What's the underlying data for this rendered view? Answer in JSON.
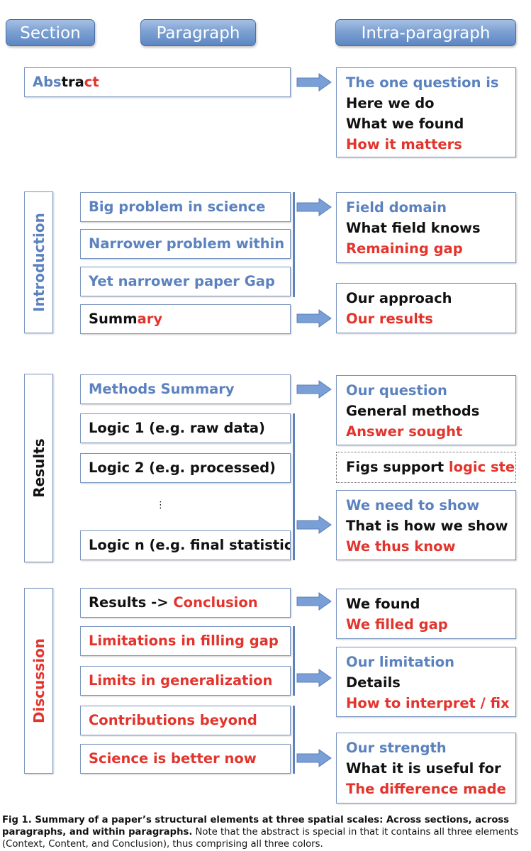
{
  "headers": {
    "section": "Section",
    "paragraph": "Paragraph",
    "intra": "Intra-paragraph"
  },
  "abstract": {
    "label_blue": "Abs",
    "label_black": "tra",
    "label_red": "ct",
    "intra": [
      "The one question is",
      "Here we do",
      "What we found",
      "How it matters"
    ]
  },
  "introduction": {
    "label": "Introduction",
    "paragraphs": [
      "Big problem in science",
      "Narrower problem within",
      "Yet narrower paper Gap"
    ],
    "summary_black": "Summ",
    "summary_red": "ary",
    "intra1": [
      "Field domain",
      "What field knows",
      "Remaining gap"
    ],
    "intra2": [
      "Our approach",
      "Our results"
    ]
  },
  "results": {
    "label": "Results",
    "methods": "Methods Summary",
    "logic": [
      "Logic 1 (e.g. raw data)",
      "Logic 2 (e.g. processed)",
      "Logic n (e.g. final statistics)"
    ],
    "ellipsis": "⋮",
    "intra1": [
      "Our question",
      "General methods",
      "Answer sought"
    ],
    "figs_black": "Figs support ",
    "figs_red": "logic step",
    "intra2": [
      "We need to show",
      "That is how we show",
      "We thus know"
    ]
  },
  "discussion": {
    "label": "Discussion",
    "first_black": "Results -> ",
    "first_red": "Conclusion",
    "paragraphs": [
      "Limitations in filling gap",
      "Limits in generalization",
      "Contributions beyond",
      "Science is better now"
    ],
    "intra1": [
      "We found",
      "We filled gap"
    ],
    "intra2": [
      "Our limitation",
      "Details",
      "How to interpret / fix"
    ],
    "intra3": [
      "Our strength",
      "What it is useful for",
      "The difference made"
    ]
  },
  "caption": {
    "bold": "Fig 1. Summary of a paper’s structural elements at three spatial scales: Across sections, across paragraphs, and within paragraphs.",
    "rest": " Note that the abstract is special in that it contains all three elements (Context, Content, and Conclusion), thus comprising all three colors."
  },
  "colors": {
    "context": "#5b82bf",
    "content": "#111111",
    "conclusion": "#e2342c",
    "arrow": "#7a9fd6"
  },
  "icons": {
    "arrow": "right-arrow-icon"
  }
}
